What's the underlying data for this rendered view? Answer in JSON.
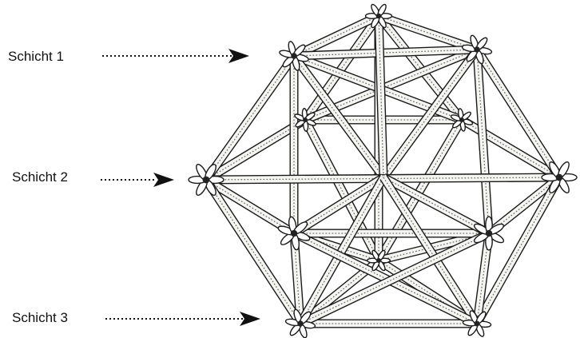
{
  "layers": [
    {
      "label": "Schicht 1"
    },
    {
      "label": "Schicht 2"
    },
    {
      "label": "Schicht 3"
    }
  ],
  "colors": {
    "ink": "#1a1a1a",
    "rod_fill": "#f4f4f1",
    "background": "#ffffff"
  }
}
